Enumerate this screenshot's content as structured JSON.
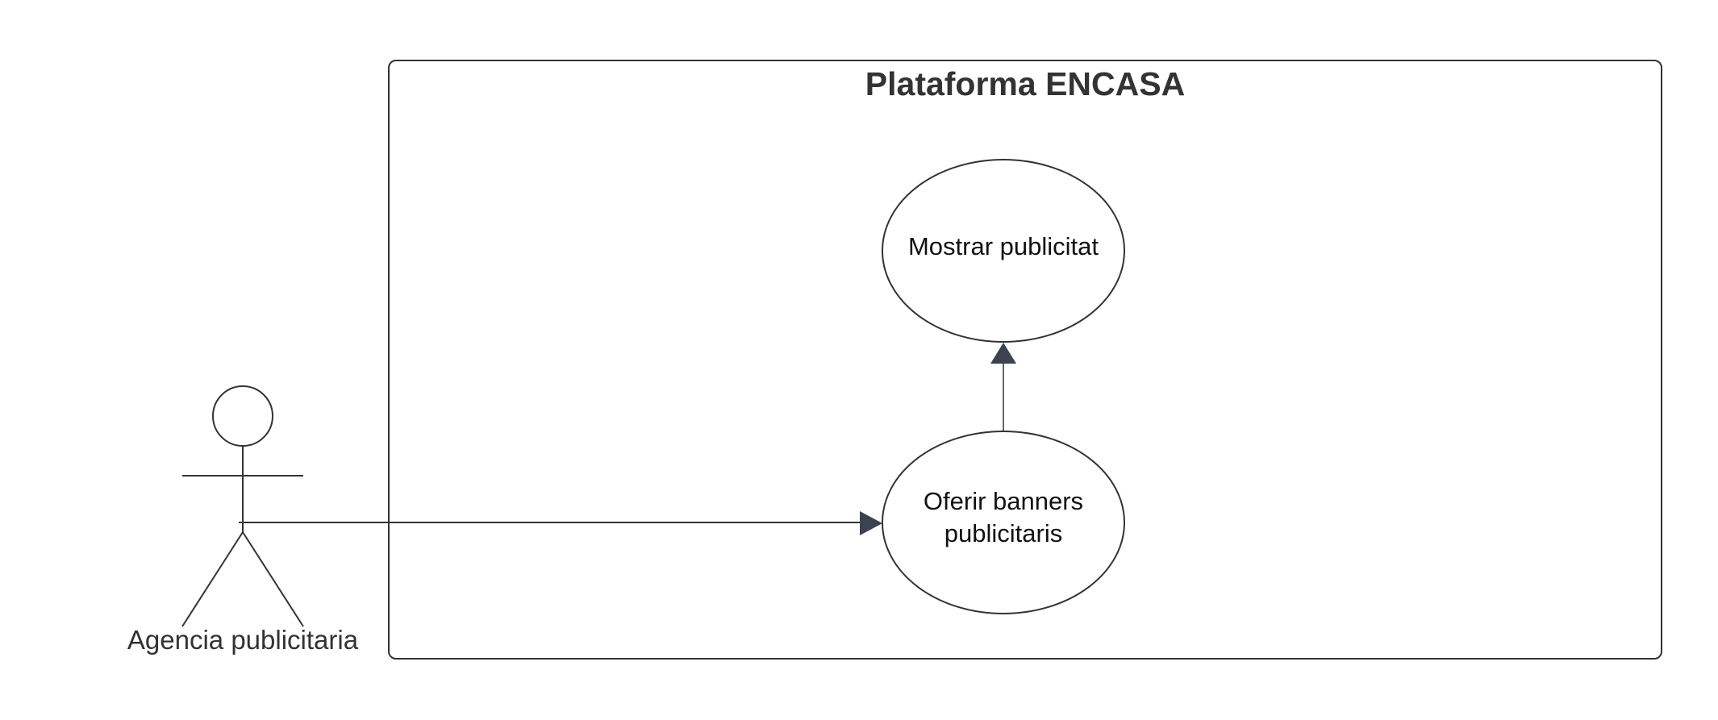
{
  "diagram": {
    "type": "use-case",
    "system_boundary": {
      "title": "Plataforma ENCASA"
    },
    "actors": [
      {
        "id": "agency",
        "label": "Agencia publicitaria"
      }
    ],
    "use_cases": [
      {
        "id": "show_ads",
        "label_lines": [
          "Mostrar publicitat"
        ]
      },
      {
        "id": "offer_banners",
        "label_lines": [
          "Oferir banners",
          "publicitaris"
        ]
      }
    ],
    "relations": [
      {
        "from": "agency",
        "to": "offer_banners",
        "style": "solid-arrow"
      },
      {
        "from": "offer_banners",
        "to": "show_ads",
        "style": "solid-arrow"
      }
    ],
    "colors": {
      "stroke": "#333333",
      "arrowhead": "#3b4350",
      "text": "#333333"
    }
  }
}
